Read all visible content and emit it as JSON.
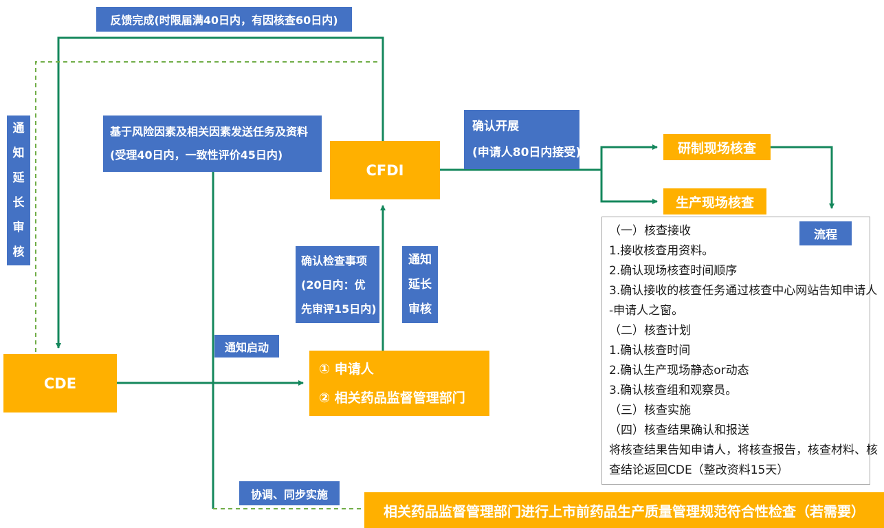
{
  "colors": {
    "blue": "#4472C4",
    "orange": "#FFB000",
    "green": "#14875C",
    "light_green": "#70AD47"
  },
  "flow": {
    "feedback_label": "反馈完成(时限届满40日内，有因核查60日内)",
    "notify_extend_left": [
      "通",
      "知",
      "延",
      "长",
      "审",
      "核"
    ],
    "risk_task": {
      "line1": "基于风险因素及相关因素发送任务及资料",
      "line2": "(受理40日内，一致性评价45日内)"
    },
    "cfdi_label": "CFDI",
    "confirm_launch": {
      "line1": "确认开展",
      "line2": "(申请人80日内接受)"
    },
    "dev_site_label": "研制现场核查",
    "prod_site_label": "生产现场核查",
    "process_label": "流程",
    "confirm_items": {
      "line1": "确认检查事项",
      "line2": "(20日内：优",
      "line3": "先审评15日内)"
    },
    "notify_extend_mid": [
      "通知",
      "延长",
      "审核"
    ],
    "notify_start_label": "通知启动",
    "cde_label": "CDE",
    "applicant": {
      "line1": "① 申请人",
      "line2": "② 相关药品监督管理部门"
    },
    "coordinate_label": "协调、同步实施",
    "bottom_banner": "相关药品监督管理部门进行上市前药品生产质量管理规范符合性检查（若需要）"
  },
  "detail_panel": {
    "lines": [
      "（一）核查接收",
      "1.接收核查用资料。",
      "2.确认现场核查时间顺序",
      "3.确认接收的核查任务通过核查中心网站告知申请人",
      "-申请人之窗。",
      "（二）核查计划",
      "1.确认核查时间",
      "2.确认生产现场静态or动态",
      "3.确认核查组和观察员。",
      "（三）核查实施",
      "（四）核查结果确认和报送",
      "将核查结果告知申请人，将核查报告，核查材料、核",
      "查结论返回CDE（整改资料15天）"
    ]
  }
}
